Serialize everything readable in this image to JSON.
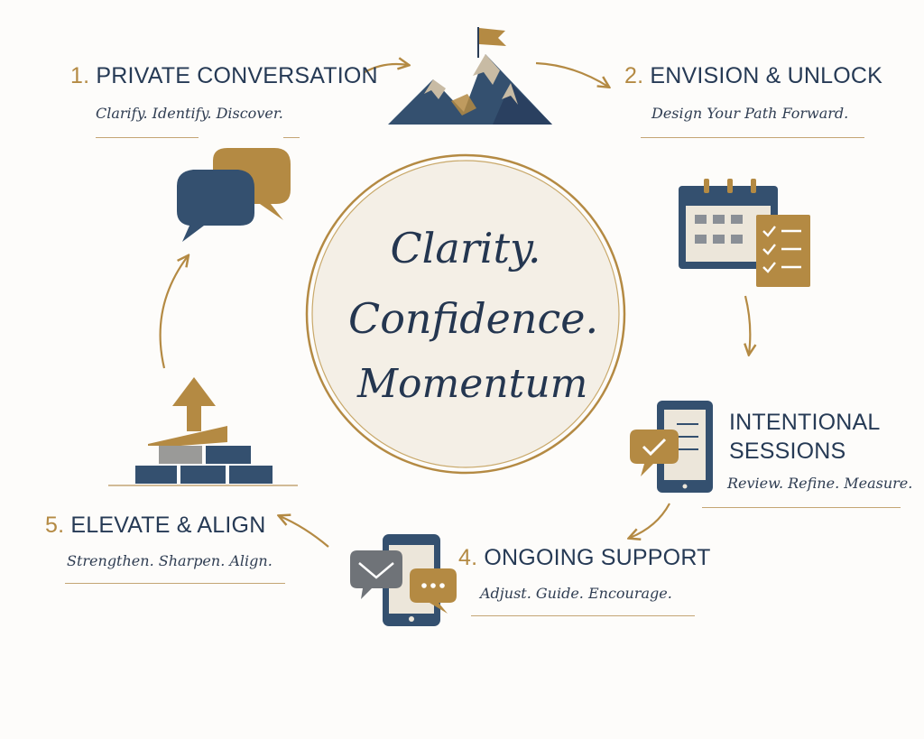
{
  "center": {
    "line1": "Clarity.",
    "line2": "Confidence.",
    "line3": "Momentum"
  },
  "steps": [
    {
      "number": "1.",
      "title": "PRIVATE CONVERSATION",
      "subtitle": "Clarify. Identify. Discover.",
      "icon": "speech-bubbles-icon"
    },
    {
      "number": "2.",
      "title": "ENVISION & UNLOCK",
      "subtitle": "Design Your Path Forward.",
      "icon": "mountain-flag-icon"
    },
    {
      "number": "",
      "title_line1": "INTENTIONAL",
      "title_line2": "SESSIONS",
      "subtitle": "Review. Refine. Measure.",
      "icon": "tablet-checklist-icon"
    },
    {
      "number": "4.",
      "title": "ONGOING SUPPORT",
      "subtitle": "Adjust. Guide. Encourage.",
      "icon": "phone-messages-icon"
    },
    {
      "number": "5.",
      "title": "ELEVATE & ALIGN",
      "subtitle": "Strengthen. Sharpen. Align.",
      "icon": "stacked-blocks-arrow-icon"
    }
  ],
  "extra_icons": [
    "calendar-checklist-icon"
  ],
  "colors": {
    "navy": "#2f4766",
    "gold": "#b48a43",
    "text": "#263a55",
    "background": "#fdfcfa",
    "circle_fill": "#f4efe6"
  }
}
